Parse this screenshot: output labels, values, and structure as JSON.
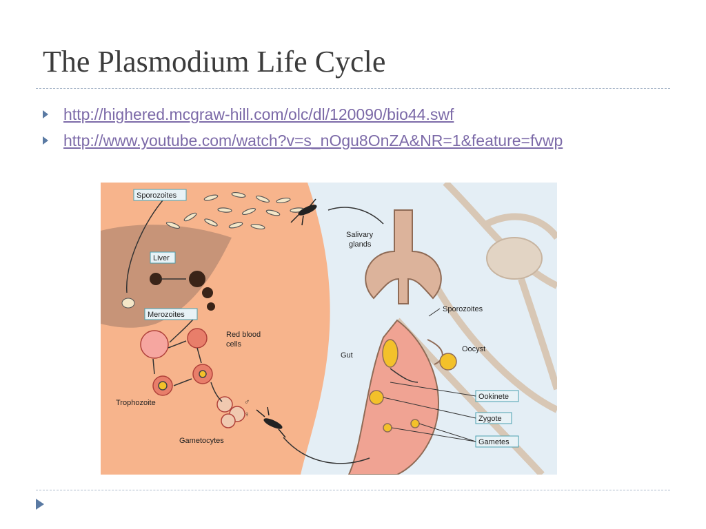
{
  "slide": {
    "title": "The Plasmodium Life Cycle",
    "links": [
      " http://highered.mcgraw-hill.com/olc/dl/120090/bio44.swf",
      "http://www.youtube.com/watch?v=s_nOgu8OnZA&NR=1&feature=fvwp"
    ]
  },
  "diagram": {
    "labels": {
      "sporozoites_top": "Sporozoites",
      "liver": "Liver",
      "merozoites": "Merozoites",
      "red_blood_cells": [
        "Red blood",
        "cells"
      ],
      "trophozoite": "Trophozoite",
      "gametocytes": "Gametocytes",
      "salivary_glands": [
        "Salivary",
        "glands"
      ],
      "sporozoites_right": "Sporozoites",
      "gut": "Gut",
      "oocyst": "Oocyst",
      "ookinete": "Ookinete",
      "zygote": "Zygote",
      "gametes": "Gametes",
      "male_symbol": "♂",
      "female_symbol": "♀"
    },
    "colors": {
      "skin": "#f7b48c",
      "liver": "#c79478",
      "background": "#e4eef5",
      "gut": "#f0a393",
      "label_border": "#4aa0b0",
      "label_fill": "#e8f2f6"
    }
  }
}
